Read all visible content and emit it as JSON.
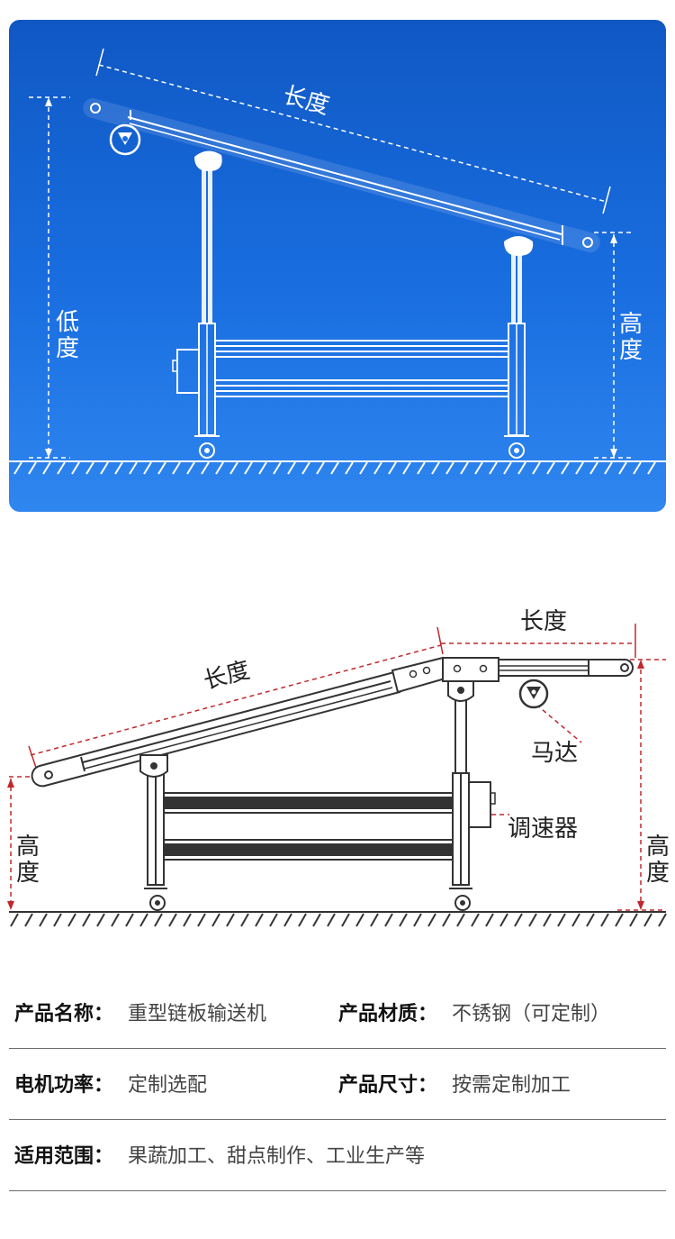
{
  "top_diagram": {
    "length_label": "长度",
    "low_label": "低度",
    "high_label": "高度"
  },
  "bottom_diagram": {
    "length_label_incline": "长度",
    "length_label_flat": "长度",
    "height_label_left": "高度",
    "height_label_right": "高度",
    "motor_label": "马达",
    "speed_controller_label": "调速器"
  },
  "specs": {
    "rows": [
      [
        {
          "key": "产品名称：",
          "value": "重型链板输送机"
        },
        {
          "key": "产品材质：",
          "value": "不锈钢（可定制）"
        }
      ],
      [
        {
          "key": "电机功率：",
          "value": "定制选配"
        },
        {
          "key": "产品尺寸：",
          "value": "按需定制加工"
        }
      ],
      [
        {
          "key": "适用范围：",
          "value": "果蔬加工、甜点制作、工业生产等"
        }
      ]
    ]
  },
  "colors": {
    "panel_blue": "#1a6ee0",
    "dimension_red": "#c0282d",
    "line_dark": "#333333"
  }
}
